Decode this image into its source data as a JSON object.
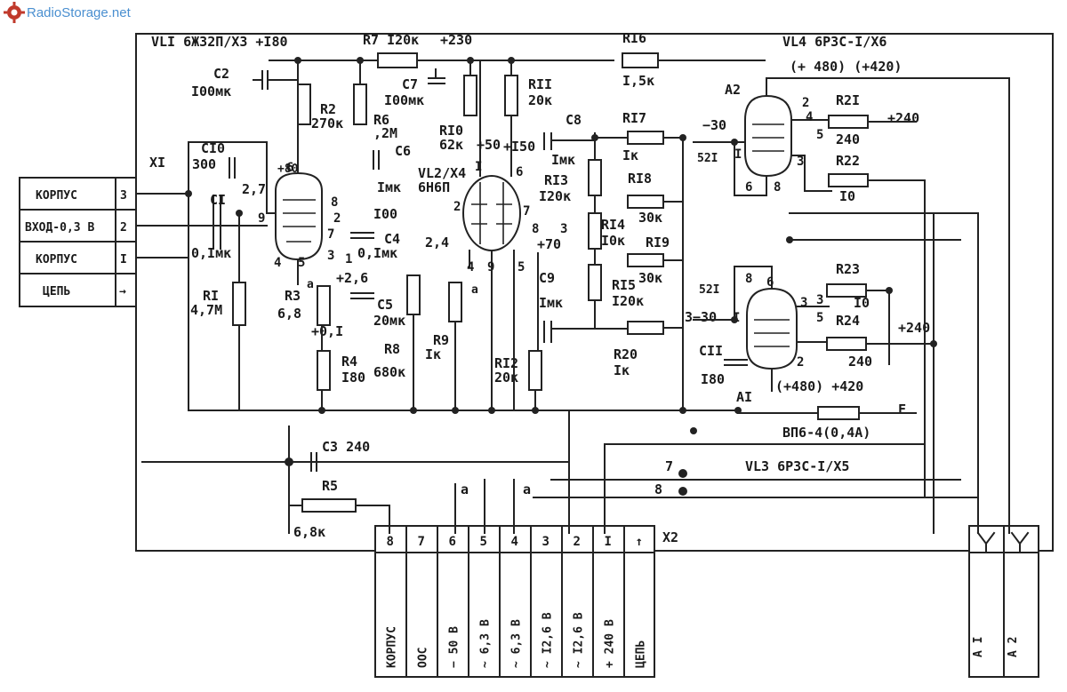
{
  "watermark": {
    "text": "RadioStorage.net",
    "logo_icon": "gear-logo-icon",
    "color": "#4a8fd0"
  },
  "input_connector": {
    "ref": "XI",
    "rows": [
      {
        "label": "КОРПУС",
        "pin": "3"
      },
      {
        "label": "ВХОД-0,3 В",
        "pin": "2"
      },
      {
        "label": "КОРПУС",
        "pin": "I"
      },
      {
        "label": "ЦЕПЬ",
        "pin": "→"
      }
    ]
  },
  "supply_connector": {
    "ref": "X2",
    "pins": [
      {
        "pin": "8",
        "label": "КОРПУС"
      },
      {
        "pin": "7",
        "label": "ООС"
      },
      {
        "pin": "6",
        "label": "− 50 В"
      },
      {
        "pin": "5",
        "label": "~ 6,3 В"
      },
      {
        "pin": "4",
        "label": "~ 6,3 В"
      },
      {
        "pin": "3",
        "label": "~ I2,6 В"
      },
      {
        "pin": "2",
        "label": "~ I2,6 В"
      },
      {
        "pin": "I",
        "label": "+ 240 В"
      },
      {
        "pin": "↑",
        "label": "ЦЕПЬ"
      }
    ]
  },
  "output_connectors": [
    {
      "label": "А I"
    },
    {
      "label": "А 2"
    }
  ],
  "tubes": {
    "vl1": {
      "title": "VLI  6Ж32П/X3  +I80"
    },
    "vl2": {
      "ref": "VL2/X4",
      "type": "6Н6П"
    },
    "vl3": {
      "title": "VL3  6Р3С-I/X5"
    },
    "vl4": {
      "title": "VL4  6Р3С-I/X6",
      "voltages": "(+ 480) (+420)"
    }
  },
  "rail_labels": {
    "r7": "R7  I20к",
    "plus230": "+230",
    "r16": "RI6",
    "r16_val": "I,5к"
  },
  "components": {
    "c2": "C2",
    "c2_val": "I00мк",
    "r2": "R2",
    "r2_val": "270к",
    "r6": "R6",
    "r6_val": ",2М",
    "c7": "C7",
    "c7_val": "I00мк",
    "r10": "RI0",
    "r10_val": "62к",
    "v50": "+50",
    "r11": "RII",
    "r11_val": "20к",
    "c8": "C8",
    "c8_val": "Iмк",
    "v150": "+I50",
    "c10": "CI0",
    "c10_val": "300",
    "c1": "CI",
    "c1_val": "0,Iмк",
    "v27": "2,7",
    "v80": "+80",
    "c6": "C6",
    "c6_val": "Iмк",
    "v100": "I00",
    "c4": "C4",
    "c4_val": "0,Iмк",
    "r1": "RI",
    "r1_val": "4,7М",
    "r3": "R3",
    "r3_val": "6,8",
    "v26": "+2,6",
    "c5": "C5",
    "c5_val": "20мк",
    "v24": "2,4",
    "v01": "+0,I",
    "r4": "R4",
    "r4_val": "I80",
    "r8": "R8",
    "r8_val": "680к",
    "r9": "R9",
    "r9_val": "Iк",
    "r12": "RI2",
    "r12_val": "20к",
    "c9": "C9",
    "c9_val": "Iмк",
    "v70": "+70",
    "r13": "RI3",
    "r13_val": "I20к",
    "r14": "RI4",
    "r14_val": "I0к",
    "r15": "RI5",
    "r15_val": "I20к",
    "r17": "RI7",
    "r17_val": "Iк",
    "r18": "RI8",
    "r18_val": "30к",
    "r19": "RI9",
    "r19_val": "30к",
    "r20": "R20",
    "r20_val": "Iк",
    "c11": "CII",
    "c11_val": "I80",
    "r21": "R2I",
    "r21_val": "240",
    "r22": "R22",
    "r22_val": "I0",
    "r23": "R23",
    "r23_val": "I0",
    "r24": "R24",
    "r24_val": "240",
    "c3": "C3  240",
    "r5": "R5",
    "r5_val": "6,8к",
    "fuse": "ВП6-4(0,4А)",
    "fuse_ref": "F",
    "v30a": "−30",
    "v30b": "3−30",
    "p240a": "+240",
    "p240b": "+240",
    "vl3_voltages": "(+480)  +420",
    "a1": "АI",
    "a2": "А2",
    "ref521": "52I",
    "ref523": "52I"
  },
  "pin_marks": {
    "vl1": [
      "6",
      "8",
      "9",
      "4",
      "5",
      "3",
      "7",
      "1",
      "2"
    ],
    "vl2": [
      "I",
      "6",
      "2",
      "7",
      "8",
      "4",
      "9",
      "5",
      "3"
    ],
    "vl4": [
      "2",
      "4",
      "5",
      "I",
      "6",
      "8",
      "3"
    ],
    "vl3": [
      "8",
      "6",
      "3",
      "I",
      "5",
      "2",
      "3"
    ],
    "wires": [
      "7",
      "8"
    ],
    "heater": [
      "а",
      "а",
      "а",
      "а"
    ]
  }
}
